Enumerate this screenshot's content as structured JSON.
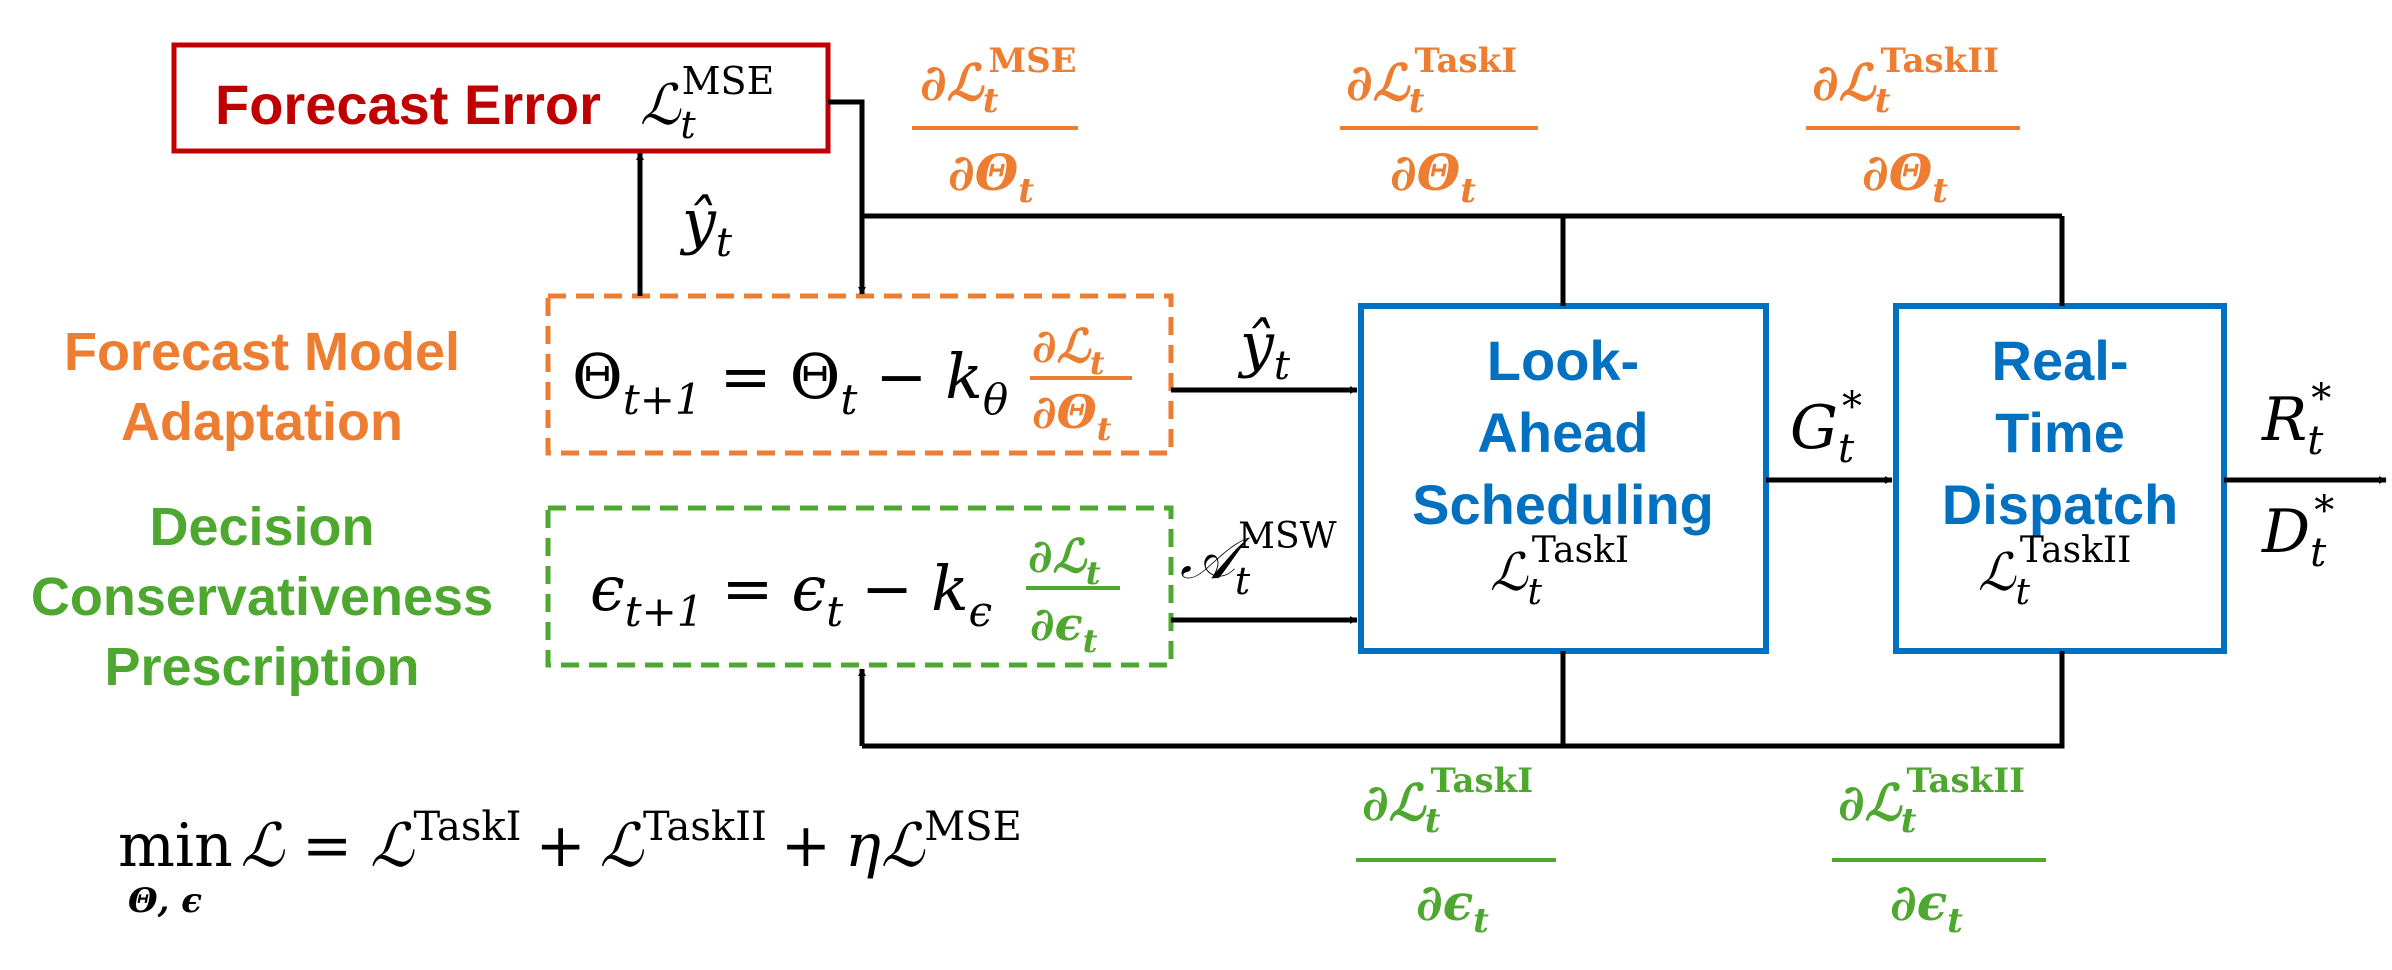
{
  "colors": {
    "red": "#C00000",
    "orange": "#ED7D31",
    "green": "#4EA72E",
    "blue": "#0070C0",
    "black": "#000000"
  },
  "forecast_error": {
    "label": "Forecast Error",
    "loss": "ℒ",
    "loss_sub": "t",
    "loss_sup": "MSE"
  },
  "forecast_model": {
    "title_line1": "Forecast Model",
    "title_line2": "Adaptation",
    "update_lhs": "Θ",
    "update_lhs_sub": "t+1",
    "update_eq": "=",
    "update_rhs": "Θ",
    "update_rhs_sub": "t",
    "minus": "−",
    "gain": "k",
    "gain_sub": "θ",
    "grad_num": "∂ℒ",
    "grad_num_sub": "t",
    "grad_den": "∂Θ",
    "grad_den_sub": "t"
  },
  "decision": {
    "title_line1": "Decision",
    "title_line2": "Conservativeness",
    "title_line3": "Prescription",
    "update_lhs": "ϵ",
    "update_lhs_sub": "t+1",
    "update_eq": "=",
    "update_rhs": "ϵ",
    "update_rhs_sub": "t",
    "minus": "−",
    "gain": "k",
    "gain_sub": "ϵ",
    "grad_num": "∂ℒ",
    "grad_num_sub": "t",
    "grad_den": "∂ϵ",
    "grad_den_sub": "t"
  },
  "look_ahead": {
    "line1": "Look-",
    "line2": "Ahead",
    "line3": "Scheduling",
    "loss": "ℒ",
    "loss_sub": "t",
    "loss_sup": "TaskI"
  },
  "real_time": {
    "line1": "Real-",
    "line2": "Time",
    "line3": "Dispatch",
    "loss": "ℒ",
    "loss_sub": "t",
    "loss_sup": "TaskII"
  },
  "signals": {
    "yhat": "ŷ",
    "yhat_sub": "t",
    "ambiguity": "𝒜",
    "ambiguity_sub": "t",
    "ambiguity_sup": "MSW",
    "G": "G",
    "G_sub": "t",
    "G_sup": "*",
    "R": "R",
    "R_sub": "t",
    "R_sup": "*",
    "D": "D",
    "D_sub": "t",
    "D_sup": "*"
  },
  "gradients_top": [
    {
      "num": "∂ℒ",
      "num_sub": "t",
      "num_sup": "MSE",
      "den": "∂Θ",
      "den_sub": "t"
    },
    {
      "num": "∂ℒ",
      "num_sub": "t",
      "num_sup": "TaskI",
      "den": "∂Θ",
      "den_sub": "t"
    },
    {
      "num": "∂ℒ",
      "num_sub": "t",
      "num_sup": "TaskII",
      "den": "∂Θ",
      "den_sub": "t"
    }
  ],
  "gradients_bottom": [
    {
      "num": "∂ℒ",
      "num_sub": "t",
      "num_sup": "TaskI",
      "den": "∂ϵ",
      "den_sub": "t"
    },
    {
      "num": "∂ℒ",
      "num_sub": "t",
      "num_sup": "TaskII",
      "den": "∂ϵ",
      "den_sub": "t"
    }
  ],
  "objective": {
    "min": "min",
    "min_sub": "Θ, ϵ",
    "loss": "ℒ",
    "eq": "=",
    "term1": "ℒ",
    "term1_sup": "TaskI",
    "plus1": "+",
    "term2": "ℒ",
    "term2_sup": "TaskII",
    "plus2": "+",
    "eta": "η",
    "term3": "ℒ",
    "term3_sup": "MSE"
  }
}
